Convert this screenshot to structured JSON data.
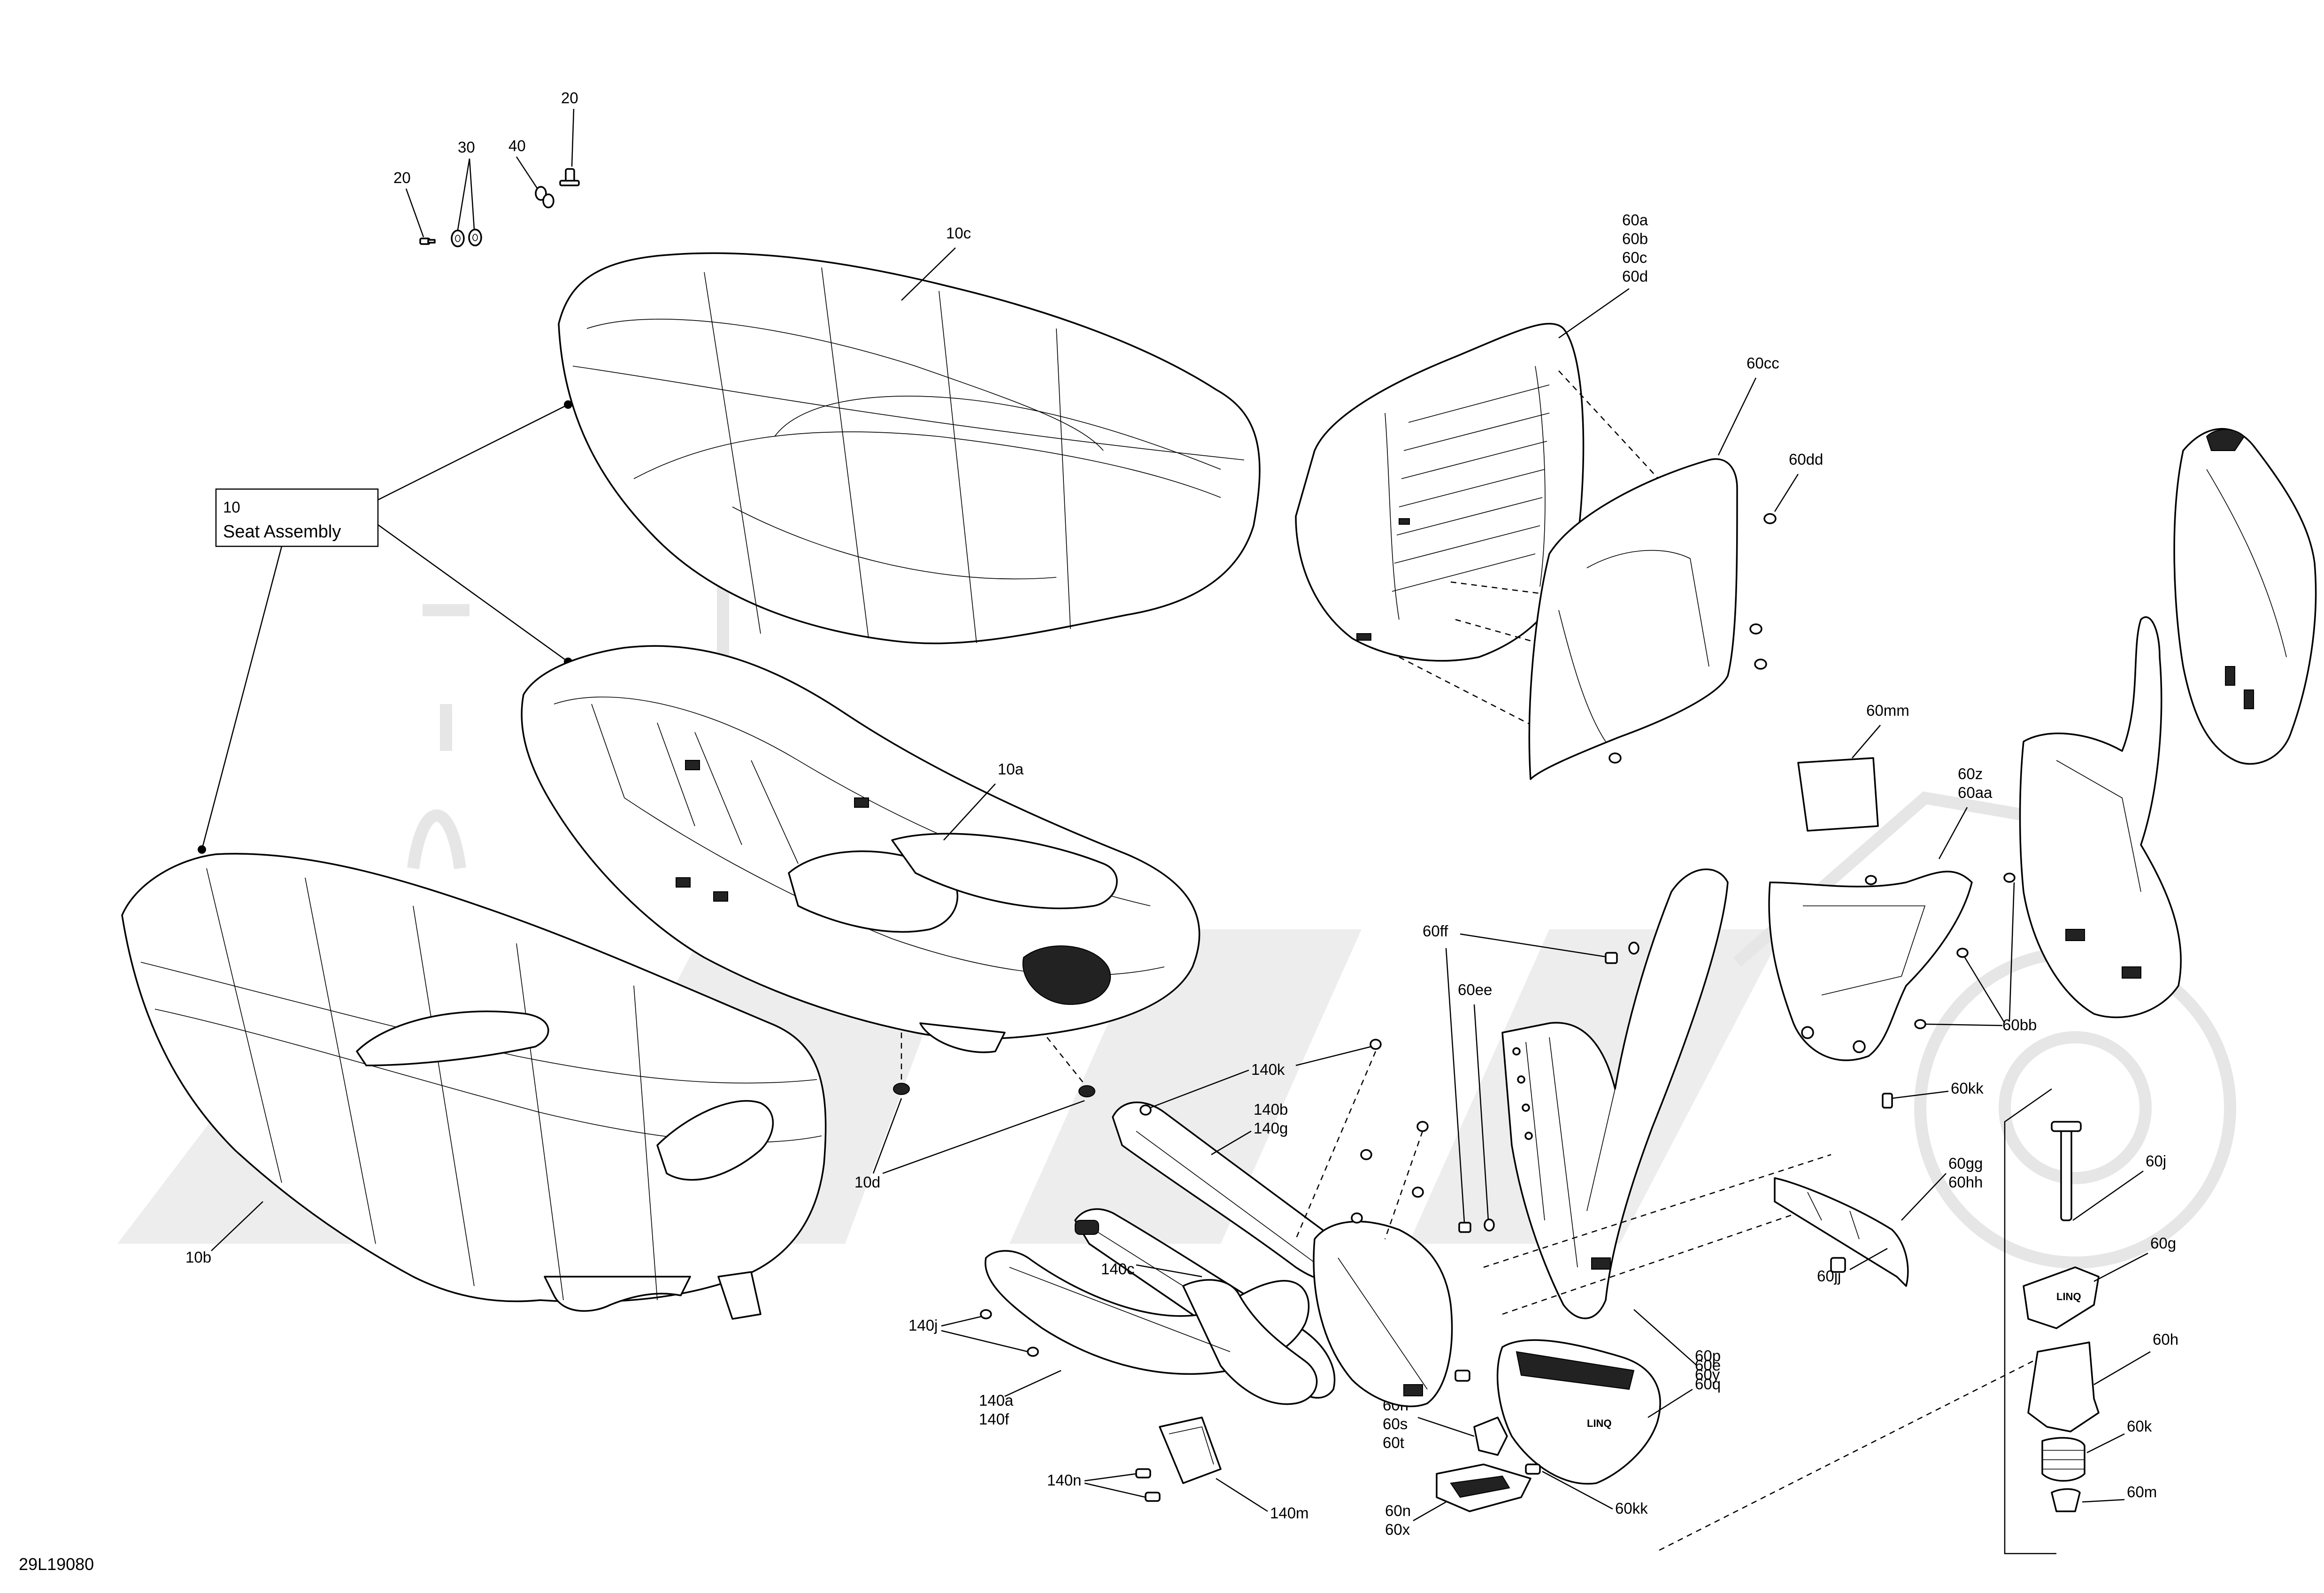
{
  "diagram_id": "29L19080",
  "assembly_box": {
    "number": "10",
    "title": "Seat Assembly"
  },
  "callouts": {
    "c20a": "20",
    "c20b": "20",
    "c30": "30",
    "c40": "40",
    "c10a": "10a",
    "c10b": "10b",
    "c10c": "10c",
    "c10d": "10d",
    "c60a": "60a",
    "c60b": "60b",
    "c60c": "60c",
    "c60d": "60d",
    "c60cc": "60cc",
    "c60dd": "60dd",
    "c60mm": "60mm",
    "c60z": "60z",
    "c60aa": "60aa",
    "c60bb": "60bb",
    "c60ff": "60ff",
    "c60ee": "60ee",
    "c60kk_a": "60kk",
    "c60gg": "60gg",
    "c60hh": "60hh",
    "c60jj": "60jj",
    "c60j": "60j",
    "c60g_r": "60g",
    "c60h_r": "60h",
    "c60k": "60k",
    "c60m": "60m",
    "c60e": "60e",
    "c60q": "60q",
    "c60p": "60p",
    "c60y": "60y",
    "c60g_c": "60g",
    "c60h_c": "60h",
    "c60s": "60s",
    "c60t": "60t",
    "c60n": "60n",
    "c60x": "60x",
    "c60kk_b": "60kk",
    "c140k": "140k",
    "c140b": "140b",
    "c140g": "140g",
    "c140c": "140c",
    "c140j": "140j",
    "c140a": "140a",
    "c140f": "140f",
    "c140n": "140n",
    "c140m": "140m"
  },
  "logo_text": "LINQ"
}
